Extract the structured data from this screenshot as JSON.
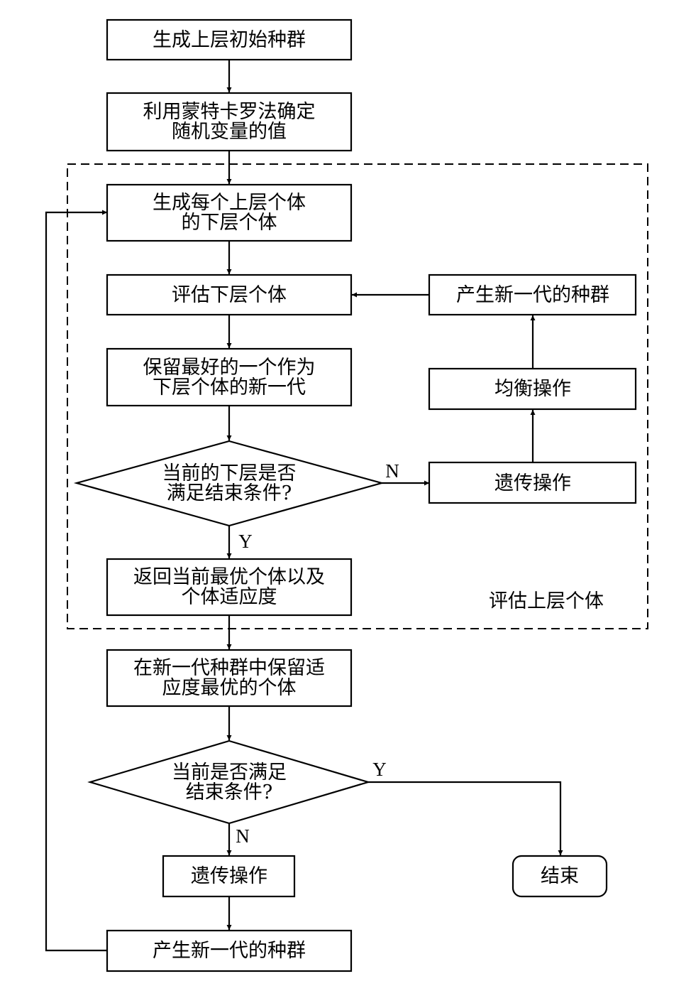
{
  "nodes": {
    "init_upper": {
      "lines": [
        "生成上层初始种群"
      ]
    },
    "monte_carlo": {
      "lines": [
        "利用蒙特卡罗法确定",
        "随机变量的值"
      ]
    },
    "gen_lower": {
      "lines": [
        "生成每个上层个体",
        "的下层个体"
      ]
    },
    "eval_lower": {
      "lines": [
        "评估下层个体"
      ]
    },
    "keep_best": {
      "lines": [
        "保留最好的一个作为",
        "下层个体的新一代"
      ]
    },
    "lower_end_check": {
      "lines": [
        "当前的下层是否",
        "满足结束条件?"
      ]
    },
    "return_best": {
      "lines": [
        "返回当前最优个体以及",
        "个体适应度"
      ]
    },
    "inner_genetic": {
      "lines": [
        "遗传操作"
      ]
    },
    "balance": {
      "lines": [
        "均衡操作"
      ]
    },
    "inner_new_pop": {
      "lines": [
        "产生新一代的种群"
      ]
    },
    "keep_fittest": {
      "lines": [
        "在新一代种群中保留适",
        "应度最优的个体"
      ]
    },
    "end_check": {
      "lines": [
        "当前是否满足",
        "结束条件?"
      ]
    },
    "outer_genetic": {
      "lines": [
        "遗传操作"
      ]
    },
    "outer_new_pop": {
      "lines": [
        "产生新一代的种群"
      ]
    },
    "end": {
      "lines": [
        "结束"
      ]
    }
  },
  "group": {
    "label": "评估上层个体"
  },
  "edge_labels": {
    "lower_no": "N",
    "lower_yes": "Y",
    "end_yes": "Y",
    "end_no": "N"
  }
}
